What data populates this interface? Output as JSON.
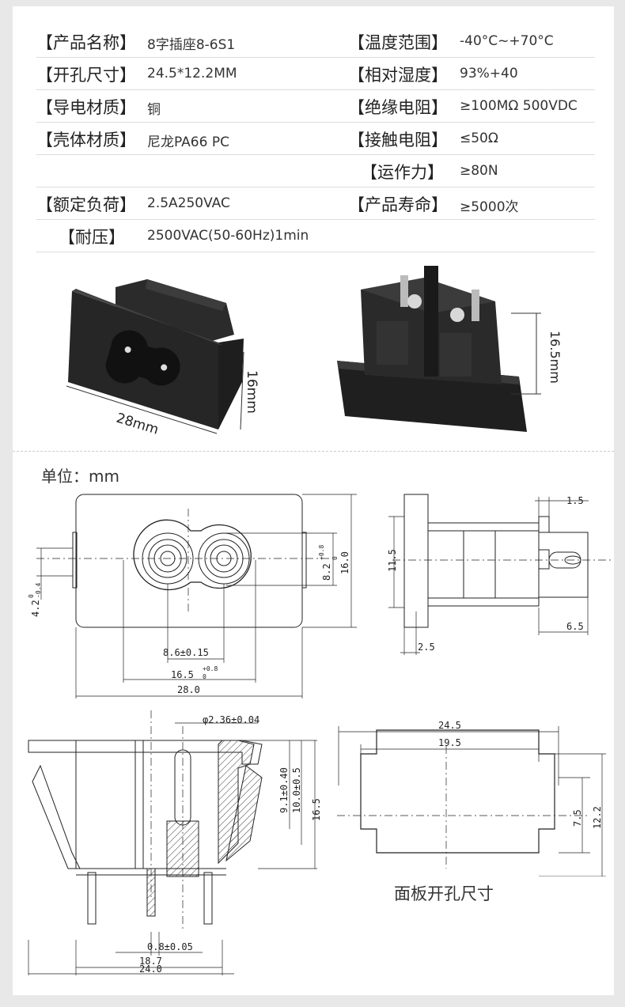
{
  "specs": {
    "rows": [
      {
        "k1": "【产品名称】",
        "v1": "8字插座8-6S1",
        "k2": "【温度范围】",
        "v2": "-40°C~+70°C"
      },
      {
        "k1": "【开孔尺寸】",
        "v1": "24.5*12.2MM",
        "k2": "【相对湿度】",
        "v2": "93%+40"
      },
      {
        "k1": "【导电材质】",
        "v1": "铜",
        "k2": "【绝缘电阻】",
        "v2": "≥100MΩ 500VDC"
      },
      {
        "k1": "【壳体材质】",
        "v1": "尼龙PA66 PC",
        "k2": "【接触电阻】",
        "v2": "≤50Ω"
      },
      {
        "k1": "",
        "v1": "",
        "k2": "【运作力】",
        "v2": "≥80N"
      },
      {
        "k1": "【额定负荷】",
        "v1": "2.5A250VAC",
        "k2": "【产品寿命】",
        "v2": "≥5000次"
      },
      {
        "k1": "【耐压】",
        "v1": "2500VAC(50-60Hz)1min",
        "k2": "",
        "v2": ""
      }
    ]
  },
  "photos": {
    "dim_width": "28mm",
    "dim_height": "16mm",
    "dim_depth": "16.5mm"
  },
  "drawing": {
    "unit_label": "单位：mm",
    "front": {
      "d_16_0": "16.0",
      "d_8_2": "8.2",
      "d_8_2_tol_up": "+0.8",
      "d_8_2_tol_dn": "0",
      "d_4_2": "4.2",
      "d_4_2_tol_up": "0",
      "d_4_2_tol_dn": "-0.4",
      "d_8_6": "8.6±0.15",
      "d_16_5": "16.5",
      "d_16_5_tol_up": "+0.8",
      "d_16_5_tol_dn": "0",
      "d_28_0": "28.0"
    },
    "side": {
      "d_1_5": "1.5",
      "d_11_5": "11.5",
      "d_2_5": "2.5",
      "d_6_5": "6.5"
    },
    "section": {
      "d_phi": "φ2.36±0.04",
      "d_9_1": "9.1±0.40",
      "d_10_0": "10.0±0.5",
      "d_16_5": "16.5",
      "d_0_8": "0.8±0.05",
      "d_18_7": "18.7",
      "d_24_0": "24.0"
    },
    "panel": {
      "d_24_5": "24.5",
      "d_19_5": "19.5",
      "d_7_5": "7.5",
      "d_12_2": "12.2",
      "caption": "面板开孔尺寸"
    }
  }
}
